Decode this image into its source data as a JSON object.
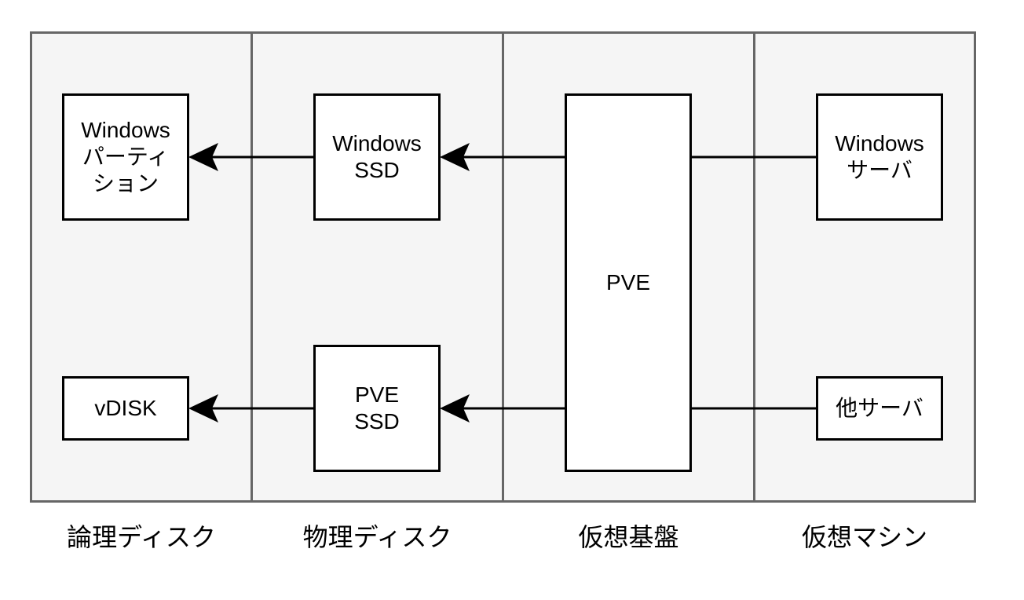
{
  "lanes": [
    {
      "label": "論理ディスク"
    },
    {
      "label": "物理ディスク"
    },
    {
      "label": "仮想基盤"
    },
    {
      "label": "仮想マシン"
    }
  ],
  "nodes": {
    "win_partition": {
      "lines": [
        "Windows",
        "パーティ",
        "ション"
      ]
    },
    "vdisk": {
      "lines": [
        "vDISK"
      ]
    },
    "win_ssd": {
      "lines": [
        "Windows",
        "SSD"
      ]
    },
    "pve_ssd": {
      "lines": [
        "PVE",
        "SSD"
      ]
    },
    "pve": {
      "lines": [
        "PVE"
      ]
    },
    "win_server": {
      "lines": [
        "Windows",
        "サーバ"
      ]
    },
    "other_server": {
      "lines": [
        "他サーバ"
      ]
    }
  },
  "colors": {
    "lane_fill": "#f5f5f5",
    "lane_border": "#666666",
    "node_fill": "#ffffff",
    "node_border": "#000000",
    "edge": "#000000"
  }
}
